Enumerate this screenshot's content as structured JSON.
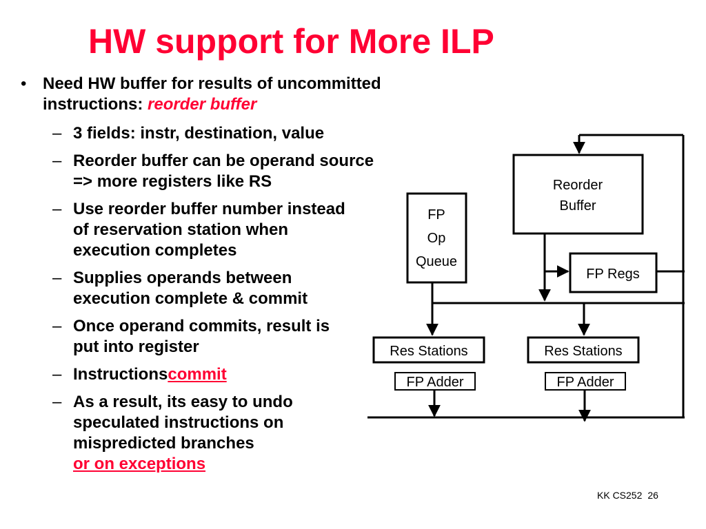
{
  "title": "HW support for More ILP",
  "bullets": {
    "main": {
      "text": "Need HW buffer for results of uncommitted instructions: ",
      "emphasis": "reorder buffer"
    },
    "sub": [
      {
        "text": "3 fields: instr, destination, value",
        "highlight": ""
      },
      {
        "text": "Reorder buffer can be operand source => more registers like RS",
        "highlight": ""
      },
      {
        "text": "Use reorder buffer number instead of reservation station when execution completes",
        "highlight": ""
      },
      {
        "text": "Supplies operands between execution complete & commit",
        "highlight": ""
      },
      {
        "text": "Once operand commits, result is put into register",
        "highlight": ""
      },
      {
        "text": "Instructions",
        "highlight": "commit"
      },
      {
        "text": "As a result, its easy to undo speculated instructions on mispredicted branches",
        "highlight": "or on exceptions"
      }
    ]
  },
  "diagram": {
    "reorder_buffer": [
      "Reorder",
      "Buffer"
    ],
    "fp_op_queue": [
      "FP",
      "Op",
      "Queue"
    ],
    "fp_regs": "FP Regs",
    "res_stations": [
      "Res Stations",
      "Res Stations"
    ],
    "fp_adders": [
      "FP Adder",
      "FP Adder"
    ]
  },
  "footer": {
    "course": "KK CS252",
    "page": "26"
  }
}
